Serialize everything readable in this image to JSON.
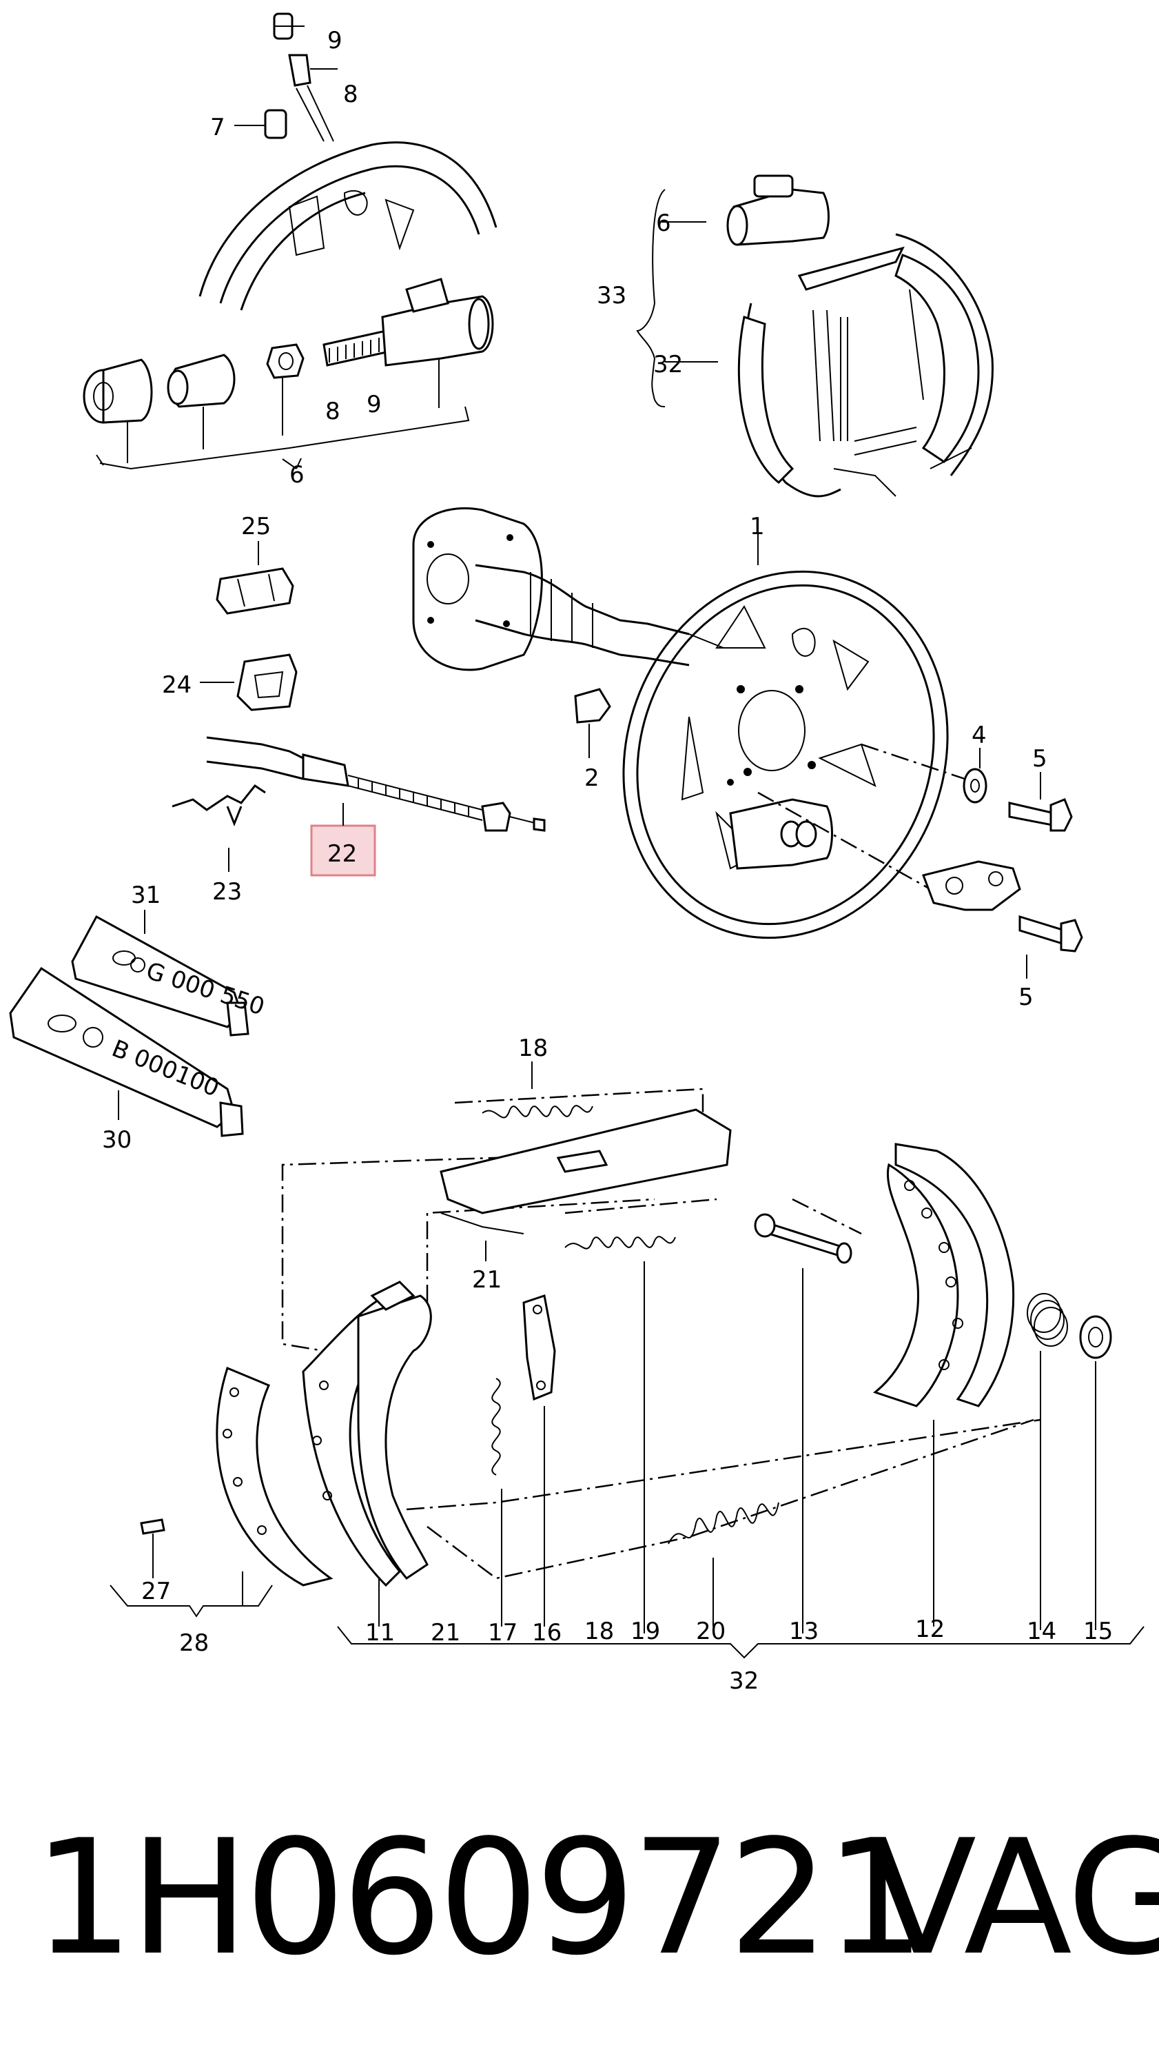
{
  "callouts": {
    "c9": "9",
    "c8": "8",
    "c7": "7",
    "c8b": "8",
    "c9b": "9",
    "c6": "6",
    "c6b": "6",
    "c33": "33",
    "c32a": "32",
    "c25": "25",
    "c24": "24",
    "c22": "22",
    "c23": "23",
    "c1": "1",
    "c2": "2",
    "c4": "4",
    "c5a": "5",
    "c5b": "5",
    "c31": "31",
    "c30": "30",
    "c18": "18",
    "c21a": "21",
    "c27": "27",
    "c28": "28",
    "c11": "11",
    "c21b": "21",
    "c17": "17",
    "c16": "16",
    "c18b": "18",
    "c19": "19",
    "c20": "20",
    "c13": "13",
    "c12": "12",
    "c14": "14",
    "c15": "15",
    "c32b": "32"
  },
  "tubes": {
    "tube_upper": "G 000 550",
    "tube_lower": "B 000100"
  },
  "highlight_color": "#e0808a",
  "footer": {
    "part_number": "1H0609721",
    "brand": "VAG"
  }
}
